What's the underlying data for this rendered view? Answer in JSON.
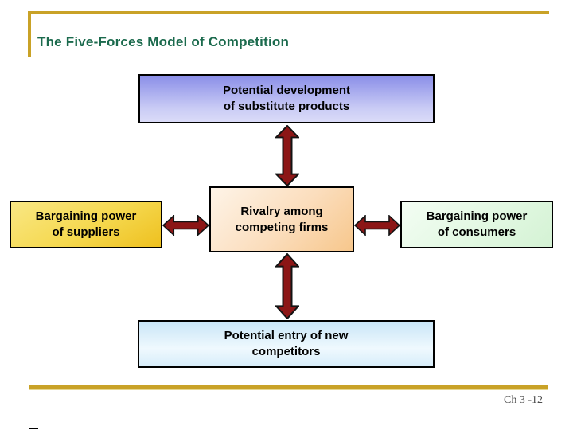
{
  "slide": {
    "title": "The Five-Forces Model of Competition",
    "page_label": "Ch 3 -12"
  },
  "boxes": {
    "substitutes": {
      "line1": "Potential development",
      "line2": "of substitute products"
    },
    "suppliers": {
      "line1": "Bargaining power",
      "line2": "of suppliers"
    },
    "rivalry": {
      "line1": "Rivalry among",
      "line2": "competing firms"
    },
    "consumers": {
      "line1": "Bargaining power",
      "line2": "of consumers"
    },
    "entrants": {
      "line1": "Potential entry of new",
      "line2": "competitors"
    }
  },
  "colors": {
    "title_green": "#1B6A4D",
    "accent_gold": "#C9A227",
    "arrow_red": "#8C1616",
    "arrow_outline": "#141414"
  }
}
